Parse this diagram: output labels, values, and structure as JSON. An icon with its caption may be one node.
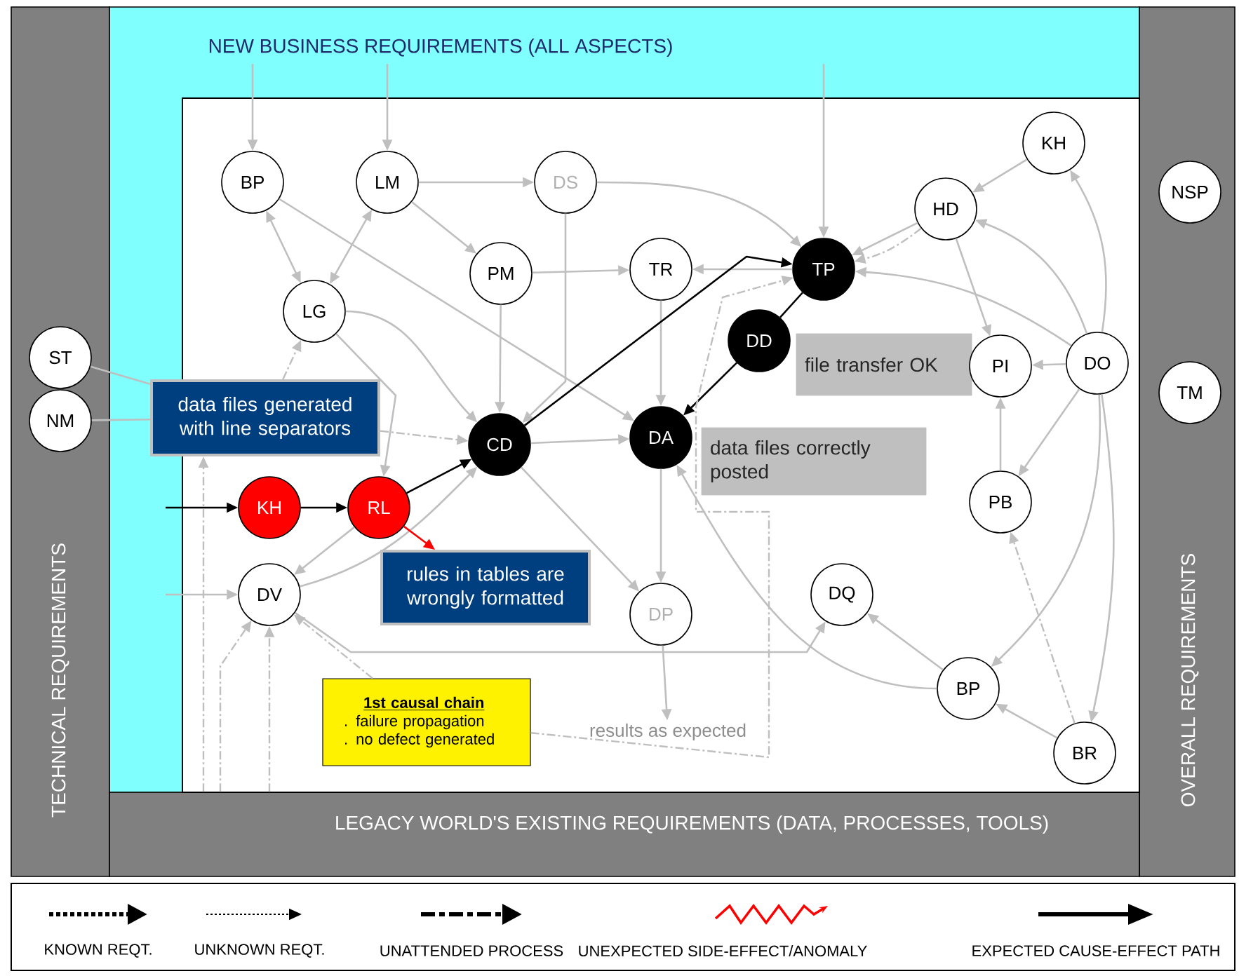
{
  "diagram": {
    "nodes": [
      {
        "text": [
          "TECHNICAL REQUIREMENTS"
        ]
      },
      {
        "text": [
          "NEW BUSINESS REQUIREMENTS (ALL ASPECTS)"
        ]
      },
      {
        "text": [
          "OVERALL REQUIREMENTS"
        ]
      },
      {
        "text": [
          "LEGACY WORLD'S EXISTING REQUIREMENTS (DATA, PROCESSES, TOOLS)"
        ]
      },
      {
        "text": [],
        "shape": "box",
        "in": 1
      },
      {
        "text": [
          "ST"
        ],
        "in": 0
      },
      {
        "text": [
          "NM"
        ],
        "in": 0
      },
      {
        "text": [
          "NSP"
        ],
        "in": 2
      },
      {
        "text": [
          "TM"
        ],
        "in": 2
      },
      {
        "text": [
          "BP"
        ],
        "in": 4
      },
      {
        "text": [
          "LM"
        ],
        "in": 4
      },
      {
        "text": [
          "DS"
        ],
        "in": 4
      },
      {
        "text": [
          "KH"
        ],
        "in": 4
      },
      {
        "text": [
          "HD"
        ],
        "in": 4
      },
      {
        "text": [
          "PM"
        ],
        "in": 4
      },
      {
        "text": [
          "TR"
        ],
        "in": 4
      },
      {
        "text": [
          "TP"
        ],
        "in": 4
      },
      {
        "text": [
          "LG"
        ],
        "in": 4
      },
      {
        "text": [
          "DD"
        ],
        "in": 4
      },
      {
        "text": [
          "file transfer OK"
        ],
        "in": 4
      },
      {
        "text": [
          "PI"
        ],
        "in": 4
      },
      {
        "text": [
          "DO"
        ],
        "in": 4
      },
      {
        "text": [
          "data files generated with line separators"
        ],
        "in": 1
      },
      {
        "text": [
          "CD"
        ],
        "in": 4
      },
      {
        "text": [
          "DA"
        ],
        "in": 4
      },
      {
        "text": [
          "data files correctly posted"
        ],
        "in": 4
      },
      {
        "text": [
          "PB"
        ],
        "in": 4
      },
      {
        "text": [
          "KH"
        ],
        "in": 4
      },
      {
        "text": [
          "RL"
        ],
        "in": 4
      },
      {
        "text": [
          "rules in tables are wrongly formatted"
        ],
        "in": 4
      },
      {
        "text": [
          "DV"
        ],
        "in": 4
      },
      {
        "text": [
          "DQ"
        ],
        "in": 4
      },
      {
        "text": [
          "DP"
        ],
        "in": 4
      },
      {
        "text": [
          "1st causal chain",
          ". failure propagation",
          ". no defect generated"
        ],
        "in": 4
      },
      {
        "text": [
          "BP"
        ],
        "in": 4
      },
      {
        "text": [
          "results as expected"
        ],
        "in": 4
      },
      {
        "text": [
          "BR"
        ],
        "in": 4
      }
    ],
    "edges": [
      {
        "from": 1,
        "to": 9,
        "arrow": "to"
      },
      {
        "from": 1,
        "to": 10,
        "arrow": "to"
      },
      {
        "from": 1,
        "to": 16,
        "arrow": "to"
      },
      {
        "from": 10,
        "to": 11,
        "arrow": "to"
      },
      {
        "from": 10,
        "to": 14,
        "arrow": "to"
      },
      {
        "from": 9,
        "to": 17,
        "arrow": "both"
      },
      {
        "from": 10,
        "to": 17,
        "arrow": "both"
      },
      {
        "from": 9,
        "to": 24,
        "arrow": "to"
      },
      {
        "from": 14,
        "to": 15,
        "arrow": "to"
      },
      {
        "from": 14,
        "to": 23,
        "arrow": "to"
      },
      {
        "from": 11,
        "to": 23,
        "arrow": "to"
      },
      {
        "from": 17,
        "to": 23,
        "arrow": "to"
      },
      {
        "from": 17,
        "to": 28,
        "arrow": "to"
      },
      {
        "from": 15,
        "to": 24,
        "arrow": "to"
      },
      {
        "from": 16,
        "to": 15,
        "arrow": "to"
      },
      {
        "from": 11,
        "to": 16,
        "arrow": "to"
      },
      {
        "from": 28,
        "to": 23,
        "arrow": "to",
        "color": "#000000"
      },
      {
        "from": 23,
        "to": 16,
        "arrow": "to",
        "color": "#000000"
      },
      {
        "from": 16,
        "to": 18,
        "arrow": "none",
        "color": "#000000"
      },
      {
        "from": 18,
        "to": 24,
        "arrow": "to",
        "color": "#000000"
      },
      {
        "from": 27,
        "to": 28,
        "arrow": "to",
        "color": "#000000"
      },
      {
        "from": null,
        "to": 27,
        "arrow": "to",
        "color": "#000000"
      },
      {
        "from": null,
        "to": 30,
        "arrow": "to"
      },
      {
        "from": 23,
        "to": 24,
        "arrow": "to"
      },
      {
        "from": 23,
        "to": 32,
        "arrow": "to"
      },
      {
        "from": 24,
        "to": 32,
        "arrow": "to"
      },
      {
        "from": 32,
        "to": 35,
        "arrow": "to"
      },
      {
        "from": 28,
        "to": 30,
        "arrow": "to"
      },
      {
        "from": 30,
        "to": 23,
        "arrow": "to"
      },
      {
        "from": 30,
        "to": 31,
        "arrow": "to"
      },
      {
        "from": 22,
        "to": 23,
        "arrow": "to",
        "style": "dashed"
      },
      {
        "from": 5,
        "to": 22,
        "arrow": "none"
      },
      {
        "from": 6,
        "to": 22,
        "arrow": "none"
      },
      {
        "from": 22,
        "to": 17,
        "arrow": "to",
        "style": "dashed"
      },
      {
        "from": 28,
        "to": 29,
        "arrow": "to",
        "color": "#ff0000"
      },
      {
        "from": 33,
        "to": 30,
        "arrow": "to",
        "style": "dashed"
      },
      {
        "from": 3,
        "to": 22,
        "arrow": "to",
        "style": "dashed"
      },
      {
        "from": 3,
        "to": 30,
        "arrow": "to",
        "style": "dashed"
      },
      {
        "from": 3,
        "to": 30,
        "arrow": "to",
        "style": "dashed"
      },
      {
        "from": 33,
        "to": 16,
        "arrow": "to",
        "style": "dashed"
      },
      {
        "from": 13,
        "to": 16,
        "arrow": "to",
        "style": "dashed"
      },
      {
        "from": 13,
        "to": 16,
        "arrow": "to"
      },
      {
        "from": 12,
        "to": 13,
        "arrow": "to"
      },
      {
        "from": 21,
        "to": 13,
        "arrow": "to"
      },
      {
        "from": 21,
        "to": 12,
        "arrow": "to"
      },
      {
        "from": 21,
        "to": 20,
        "arrow": "to"
      },
      {
        "from": 21,
        "to": 16,
        "arrow": "to"
      },
      {
        "from": 21,
        "to": 26,
        "arrow": "to"
      },
      {
        "from": 21,
        "to": 34,
        "arrow": "to"
      },
      {
        "from": 21,
        "to": 36,
        "arrow": "to"
      },
      {
        "from": 13,
        "to": 20,
        "arrow": "to"
      },
      {
        "from": 26,
        "to": 20,
        "arrow": "to"
      },
      {
        "from": 36,
        "to": 34,
        "arrow": "to"
      },
      {
        "from": 36,
        "to": 26,
        "arrow": "to",
        "style": "dashed"
      },
      {
        "from": 34,
        "to": 31,
        "arrow": "to"
      },
      {
        "from": 34,
        "to": 24,
        "arrow": "to"
      }
    ],
    "legend": [
      {
        "text": "KNOWN REQT."
      },
      {
        "text": "UNKNOWN REQT."
      },
      {
        "text": "UNATTENDED PROCESS"
      },
      {
        "text": "UNEXPECTED SIDE-EFFECT/ANOMALY"
      },
      {
        "text": "EXPECTED CAUSE-EFFECT PATH"
      }
    ]
  }
}
